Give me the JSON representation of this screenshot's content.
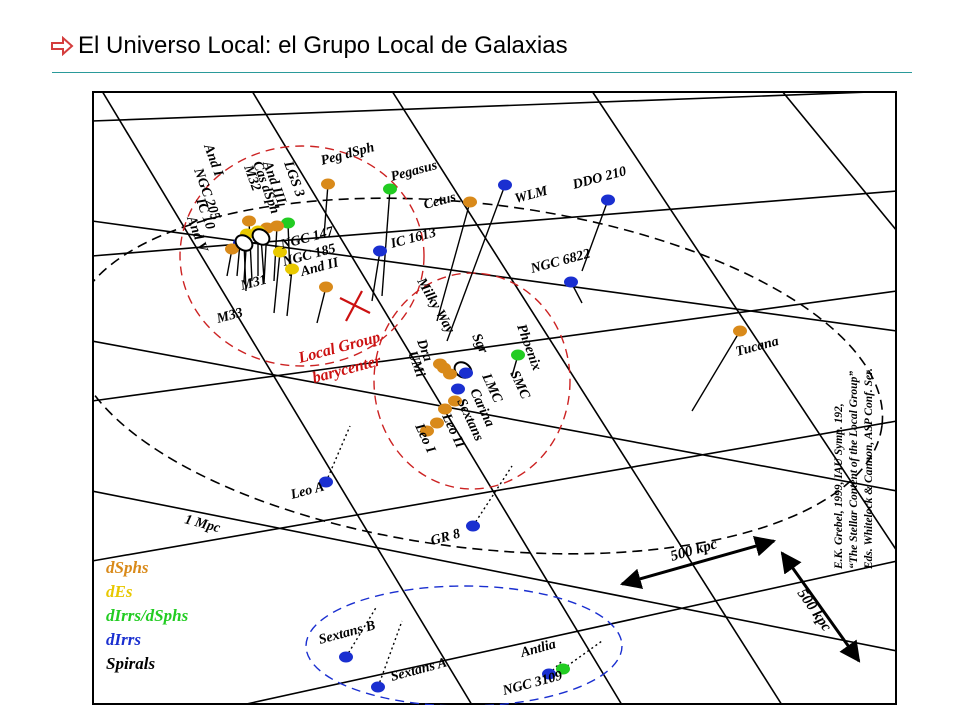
{
  "page": {
    "title": "El Universo Local: el Grupo Local de Galaxias"
  },
  "colors": {
    "dSphs": "#d98a1a",
    "dEs": "#e8c800",
    "dIrrs_dSphs": "#22cc22",
    "dIrrs": "#1a2fd0",
    "Spirals": "#000000",
    "barycenter": "#cc1111",
    "title_rule": "#2a9a9a",
    "title_arrow": "#d43d3d"
  },
  "figure": {
    "galaxies": [
      {
        "name": "Peg dSph",
        "type": "dSphs",
        "label": "Peg dSph"
      },
      {
        "name": "Pegasus",
        "type": "dIrrs_dSphs",
        "label": "Pegasus"
      },
      {
        "name": "Cetus",
        "type": "dSphs",
        "label": "Cetus"
      },
      {
        "name": "WLM",
        "type": "dIrrs",
        "label": "WLM"
      },
      {
        "name": "DDO 210",
        "type": "dIrrs",
        "label": "DDO 210"
      },
      {
        "name": "IC 1613",
        "type": "dIrrs",
        "label": "IC 1613"
      },
      {
        "name": "NGC 6822",
        "type": "dIrrs",
        "label": "NGC 6822"
      },
      {
        "name": "And II",
        "type": "dSphs",
        "label": "And II"
      },
      {
        "name": "NGC 185",
        "type": "dEs",
        "label": "NGC 185"
      },
      {
        "name": "NGC 147",
        "type": "dEs",
        "label": "NGC 147"
      },
      {
        "name": "LGS 3",
        "type": "dIrrs_dSphs",
        "label": "LGS 3"
      },
      {
        "name": "And III",
        "type": "dSphs",
        "label": "And III"
      },
      {
        "name": "Cas dSph",
        "type": "dSphs",
        "label": "Cas dSph"
      },
      {
        "name": "M32",
        "type": "dEs",
        "label": "M32"
      },
      {
        "name": "And I",
        "type": "dSphs",
        "label": "And I"
      },
      {
        "name": "NGC 205",
        "type": "dEs",
        "label": "NGC 205"
      },
      {
        "name": "IC 10",
        "type": "dIrrs",
        "label": "IC 10"
      },
      {
        "name": "And V",
        "type": "dSphs",
        "label": "And V"
      },
      {
        "name": "M31",
        "type": "Spirals",
        "label": "M31"
      },
      {
        "name": "M33",
        "type": "Spirals",
        "label": "M33"
      },
      {
        "name": "Tucana",
        "type": "dSphs",
        "label": "Tucana"
      },
      {
        "name": "Phoenix",
        "type": "dIrrs_dSphs",
        "label": "Phoenix"
      },
      {
        "name": "Milky Way",
        "type": "Spirals",
        "label": "Milky Way"
      },
      {
        "name": "Sgr",
        "type": "dSphs",
        "label": "Sgr"
      },
      {
        "name": "SMC",
        "type": "dIrrs",
        "label": "SMC"
      },
      {
        "name": "LMC",
        "type": "dIrrs",
        "label": "LMC"
      },
      {
        "name": "Carina",
        "type": "dSphs",
        "label": "Carina"
      },
      {
        "name": "Sextans",
        "type": "dSphs",
        "label": "Sextans"
      },
      {
        "name": "Leo II",
        "type": "dSphs",
        "label": "Leo II"
      },
      {
        "name": "Leo I",
        "type": "dSphs",
        "label": "Leo I"
      },
      {
        "name": "Dra",
        "type": "dSphs",
        "label": "Dra"
      },
      {
        "name": "UMi",
        "type": "dSphs",
        "label": "UMi"
      },
      {
        "name": "Leo A",
        "type": "dIrrs",
        "label": "Leo A"
      },
      {
        "name": "GR 8",
        "type": "dIrrs",
        "label": "GR 8"
      },
      {
        "name": "Sextans B",
        "type": "dIrrs",
        "label": "Sextans B"
      },
      {
        "name": "Sextans A",
        "type": "dIrrs",
        "label": "Sextans A"
      },
      {
        "name": "Antlia",
        "type": "dIrrs_dSphs",
        "label": "Antlia"
      },
      {
        "name": "NGC 3109",
        "type": "dIrrs",
        "label": "NGC 3109"
      }
    ],
    "barycenter_label_line1": "Local Group",
    "barycenter_label_line2": "barycenter",
    "distance_label": "1 Mpc",
    "scale_label_1": "500 kpc",
    "scale_label_2": "500 kpc",
    "legend": [
      {
        "label": "dSphs",
        "color": "#d98a1a"
      },
      {
        "label": "dEs",
        "color": "#e8c800"
      },
      {
        "label": "dIrrs/dSphs",
        "color": "#22cc22"
      },
      {
        "label": "dIrrs",
        "color": "#1a2fd0"
      },
      {
        "label": "Spirals",
        "color": "#000000"
      }
    ],
    "citation": [
      "E.K. Grebel, 1999, IAU Symp. 192,",
      "“The Stellar Content of the Local Group”",
      "Eds. Whitelock & Cannon, ASP Conf. Ser."
    ]
  }
}
